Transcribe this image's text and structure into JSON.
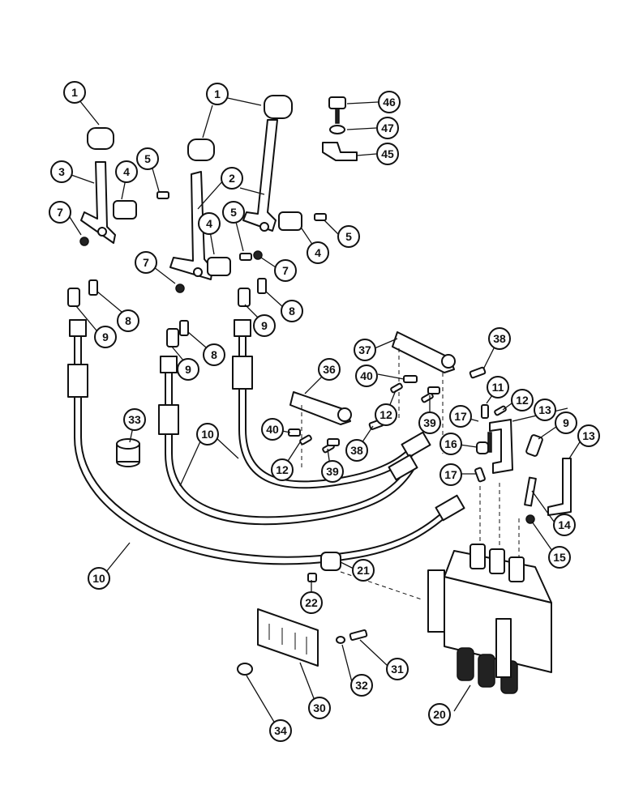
{
  "callouts": {
    "c1a": "1",
    "c1b": "1",
    "c46": "46",
    "c47": "47",
    "c45": "45",
    "c3": "3",
    "c4a": "4",
    "c5a": "5",
    "c2": "2",
    "c7a": "7",
    "c4b": "4",
    "c5b": "5",
    "c5c": "5",
    "c7b": "7",
    "c4c": "4",
    "c7c": "7",
    "c8a": "8",
    "c9a": "9",
    "c9b": "9",
    "c8b": "8",
    "c9c": "9",
    "c8c": "8",
    "c37": "37",
    "c38a": "38",
    "c36": "36",
    "c40a": "40",
    "c11": "11",
    "c12a": "12",
    "c39a": "39",
    "c17a": "17",
    "c13a": "13",
    "c9d": "9",
    "c33": "33",
    "c10a": "10",
    "c40b": "40",
    "c38b": "38",
    "c16": "16",
    "c13b": "13",
    "c12b": "12",
    "c39b": "39",
    "c17b": "17",
    "c14": "14",
    "c15": "15",
    "c10b": "10",
    "c21": "21",
    "c22": "22",
    "c31": "31",
    "c32": "32",
    "c30": "30",
    "c20": "20",
    "c34": "34"
  }
}
